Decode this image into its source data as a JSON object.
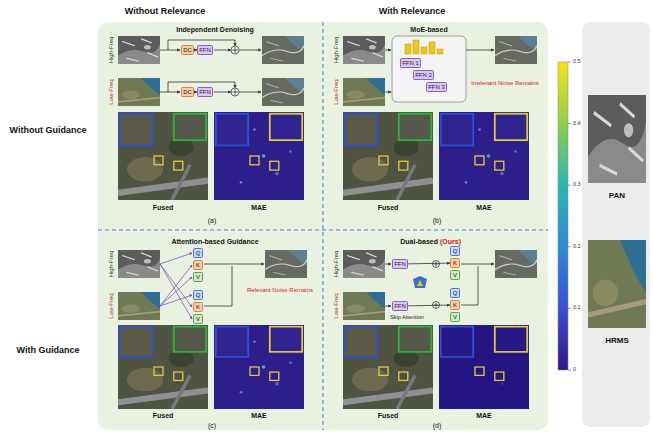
{
  "diagram": {
    "nodes": [
      {
        "text": [
          "DC"
        ]
      },
      {
        "text": [
          "FFN"
        ]
      },
      {
        "text": [
          "DC"
        ]
      },
      {
        "text": [
          "FFN"
        ]
      },
      {
        "text": [
          "FFN 1"
        ]
      },
      {
        "text": [
          "FFN 2"
        ]
      },
      {
        "text": [
          "FFN 3"
        ]
      },
      {
        "text": [
          "Q"
        ]
      },
      {
        "text": [
          "K"
        ]
      },
      {
        "text": [
          "V"
        ]
      },
      {
        "text": [
          "Q"
        ]
      },
      {
        "text": [
          "K"
        ]
      },
      {
        "text": [
          "V"
        ]
      },
      {
        "text": [
          "FFN"
        ]
      },
      {
        "text": [
          "FFN"
        ]
      },
      {
        "text": [
          "Q"
        ]
      },
      {
        "text": [
          "K"
        ]
      },
      {
        "text": [
          "V"
        ]
      },
      {
        "text": [
          "Q"
        ]
      },
      {
        "text": [
          "K"
        ]
      },
      {
        "text": [
          "V"
        ]
      }
    ],
    "edges": [
      {
        "from": 0,
        "to": 1,
        "arrow": "to"
      },
      {
        "from": 2,
        "to": 3,
        "arrow": "to"
      },
      {
        "from": 13,
        "to": 16,
        "arrow": "to"
      },
      {
        "from": 14,
        "to": 19,
        "arrow": "to"
      }
    ],
    "labels": [
      "Without Relevance",
      "With Relevance",
      "Without Guidance",
      "With Guidance",
      "Independent Denoising",
      "High-Freq",
      "Low-Freq",
      "Fused",
      "MAE",
      "(a)",
      "MoE-based",
      "Irrelevant Noise Remains",
      "High-Freq",
      "Low-Freq",
      "Fused",
      "MAE",
      "(b)",
      "Attention-based Guidance",
      "High-Freq",
      "Low-Freq",
      "Relevant Noise Remains",
      "Fused",
      "MAE",
      "(c)",
      "Dual-based",
      "(Ours)",
      "High-Freq",
      "Low-Freq",
      "Skip Attention",
      "Fused",
      "MAE",
      "(d)",
      "0.5",
      "0.4",
      "0.3",
      "0.2",
      "0.1",
      "0",
      "PAN",
      "HRMS"
    ]
  }
}
